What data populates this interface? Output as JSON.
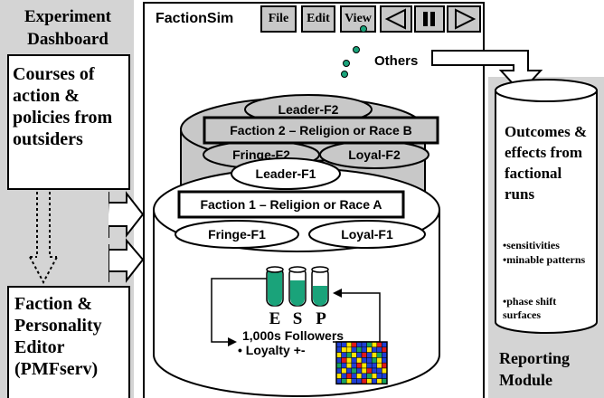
{
  "left_panel": {
    "title": "Experiment Dashboard",
    "courses_text": "Courses of action & policies from outsiders",
    "editor_text": "Faction & Personality Editor (PMFserv)"
  },
  "window": {
    "title": "FactionSim",
    "menu": [
      "File",
      "Edit",
      "View"
    ],
    "controls": [
      "back-icon",
      "pause-icon",
      "play-icon"
    ]
  },
  "diagram": {
    "others_label": "Others",
    "faction2": {
      "name": "Faction 2 – Religion or Race B",
      "leader": "Leader-F2",
      "fringe": "Fringe-F2",
      "loyal": "Loyal-F2"
    },
    "faction1": {
      "name": "Faction 1 – Religion or Race A",
      "leader": "Leader-F1",
      "fringe": "Fringe-F1",
      "loyal": "Loyal-F1"
    },
    "tubes": [
      "E",
      "S",
      "P"
    ],
    "followers": "1,000s Followers",
    "loyalty": "• Loyalty +-",
    "colors": {
      "tube_fill": "#1aa37a",
      "grid_blue": "#1f3fd6",
      "grid_yellow": "#ffe600",
      "grid_red": "#e01a1a",
      "grid_green": "#19a35c"
    }
  },
  "reporting": {
    "heading": "Outcomes & effects from factional runs",
    "bullets": [
      "•sensitivities",
      "•minable patterns",
      "•phase shift surfaces"
    ],
    "title": "Reporting Module"
  }
}
